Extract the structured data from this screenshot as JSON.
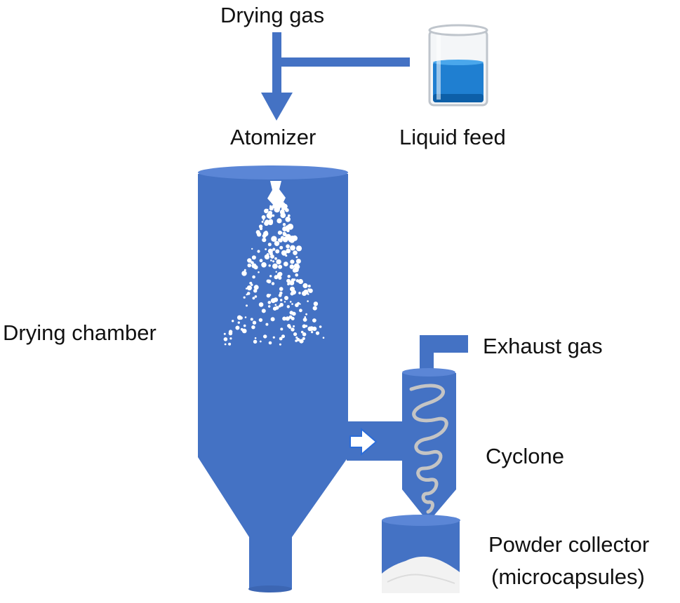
{
  "colors": {
    "equipment_blue": "#4472c4",
    "equipment_blue_light": "#5b86d6",
    "liquid_blue": "#1f7fd1",
    "particle_white": "#ffffff",
    "spiral_gray": "#b8b8b8",
    "powder_white": "#f2f2f2",
    "label_text": "#111111"
  },
  "labels": {
    "drying_gas": "Drying gas",
    "atomizer": "Atomizer",
    "liquid_feed": "Liquid feed",
    "drying_chamber": "Drying chamber",
    "exhaust_gas": "Exhaust gas",
    "cyclone": "Cyclone",
    "powder_collector": "Powder collector",
    "microcapsules": "(microcapsules)"
  },
  "icons": {
    "beaker": "beaker-icon",
    "flow_arrow": "flow-arrow-icon",
    "spiral": "cyclone-spiral-icon"
  }
}
